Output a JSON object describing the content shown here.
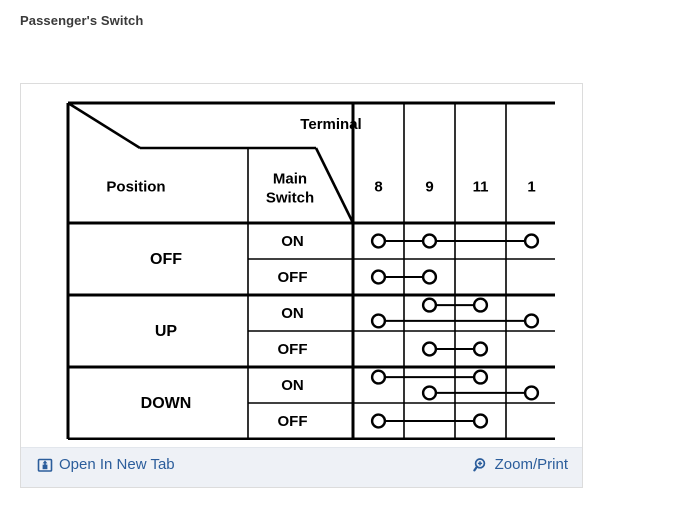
{
  "page": {
    "title": "Passenger's Switch"
  },
  "figure": {
    "name": "passenger-switch-continuity-table",
    "footer": {
      "open_new_tab": {
        "label": "Open In New Tab",
        "icon": "open-in-new-tab-icon"
      },
      "zoom_print": {
        "label": "Zoom/Print",
        "icon": "magnifier-plus-icon"
      }
    }
  },
  "colors": {
    "title_text": "#3a3a3a",
    "link": "#2b5d9b",
    "panel_border": "#dcdcdc",
    "footer_background": "#eef1f6",
    "table_line": "#000000",
    "page_background": "#ffffff"
  },
  "chart_data": {
    "type": "table",
    "title": "Passenger's Switch",
    "corner_labels": {
      "terminal": "Terminal",
      "position": "Position",
      "main_switch": "Main Switch",
      "main_switch_line1": "Main",
      "main_switch_line2": "Switch"
    },
    "terminals": [
      "8",
      "9",
      "11",
      "1"
    ],
    "positions": [
      "OFF",
      "UP",
      "DOWN"
    ],
    "main_switch_states": [
      "ON",
      "OFF"
    ],
    "rows": [
      {
        "position": "OFF",
        "main_switch": "ON",
        "circuits": [
          {
            "terminals": [
              "8",
              "9",
              "1"
            ],
            "track": 0
          }
        ]
      },
      {
        "position": "OFF",
        "main_switch": "OFF",
        "circuits": [
          {
            "terminals": [
              "8",
              "9"
            ],
            "track": 0
          }
        ]
      },
      {
        "position": "UP",
        "main_switch": "ON",
        "circuits": [
          {
            "terminals": [
              "9",
              "11"
            ],
            "track": 0
          },
          {
            "terminals": [
              "8",
              "1"
            ],
            "track": 1
          }
        ]
      },
      {
        "position": "UP",
        "main_switch": "OFF",
        "circuits": [
          {
            "terminals": [
              "9",
              "11"
            ],
            "track": 0
          }
        ]
      },
      {
        "position": "DOWN",
        "main_switch": "ON",
        "circuits": [
          {
            "terminals": [
              "8",
              "11"
            ],
            "track": 0
          },
          {
            "terminals": [
              "9",
              "1"
            ],
            "track": 1
          }
        ]
      },
      {
        "position": "DOWN",
        "main_switch": "OFF",
        "circuits": [
          {
            "terminals": [
              "8",
              "11"
            ],
            "track": 0
          }
        ]
      }
    ]
  }
}
